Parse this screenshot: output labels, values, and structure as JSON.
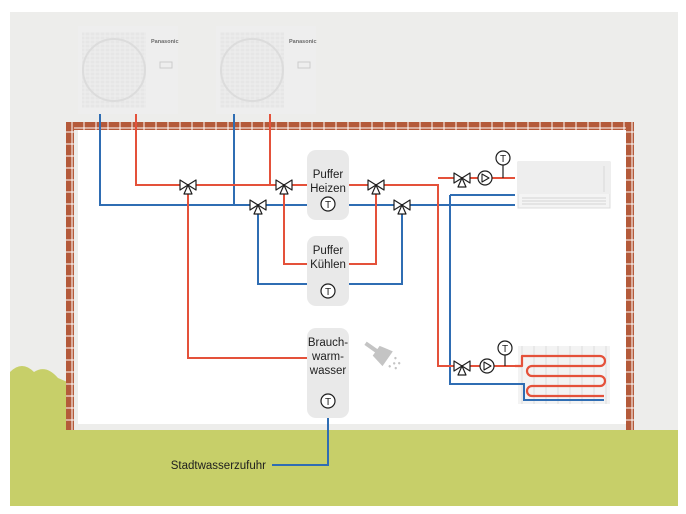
{
  "diagram": {
    "outdoor_units": [
      {
        "brand": "Panasonic"
      },
      {
        "brand": "Panasonic"
      }
    ],
    "tanks": [
      {
        "lines": [
          "Puffer",
          "Heizen"
        ],
        "symbol": "T"
      },
      {
        "lines": [
          "Puffer",
          "Kühlen"
        ],
        "symbol": "T"
      },
      {
        "lines": [
          "Brauch-",
          "warm-",
          "wasser"
        ],
        "symbol": "T"
      }
    ],
    "water_supply_label": "Stadtwasserzufuhr",
    "sensor_symbol": "T",
    "colors": {
      "background": "#ededeb",
      "lawn": "#c7cf69",
      "brick": "#b45a3a",
      "hot_pipe": "#e4513a",
      "cold_pipe": "#2f6db3",
      "tank_fill": "#e9e9e9",
      "unit_fill": "#eeeeee"
    },
    "icons": [
      "heat-pump-icon",
      "three-way-valve-icon",
      "pump-icon",
      "thermometer-icon",
      "shower-head-icon",
      "fan-coil-icon",
      "floor-heating-icon"
    ]
  }
}
